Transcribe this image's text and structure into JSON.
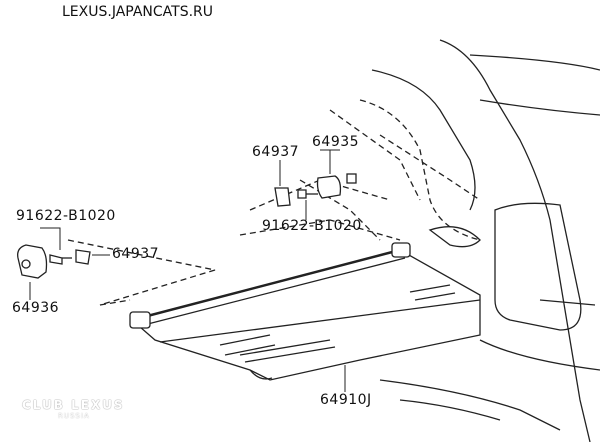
{
  "site_label": "LEXUS.JAPANCATS.RU",
  "watermark": {
    "line1": "CLUB LEXUS",
    "line2": "RUSSIA"
  },
  "parts": {
    "clip_upper": "64937",
    "bracket_upper": "64935",
    "screw_upper": "91622-B1020",
    "screw_left": "91622-B1020",
    "clip_left": "64937",
    "bracket_left": "64936",
    "tonneau_cover": "64910J"
  }
}
